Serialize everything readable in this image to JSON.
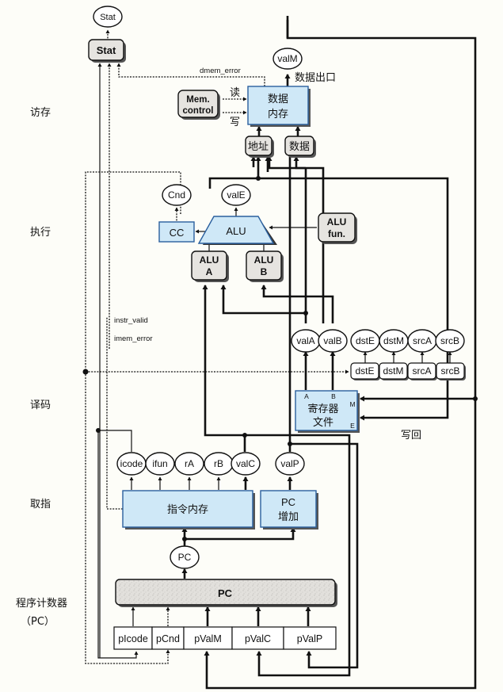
{
  "stages": {
    "memory": "访存",
    "execute": "执行",
    "decode": "译码",
    "fetch": "取指",
    "pc_line1": "程序计数器",
    "pc_line2": "（PC）"
  },
  "stat": {
    "out": "Stat",
    "box": "Stat"
  },
  "memory": {
    "valM": "valM",
    "data_out": "数据出口",
    "dmem_error": "dmem_error",
    "mem_control_1": "Mem.",
    "mem_control_2": "control",
    "read": "读",
    "write": "写",
    "data_mem_1": "数据",
    "data_mem_2": "内存",
    "addr": "地址",
    "data": "数据"
  },
  "execute": {
    "cnd": "Cnd",
    "valE": "valE",
    "cc": "CC",
    "alu": "ALU",
    "alu_fun_1": "ALU",
    "alu_fun_2": "fun.",
    "alu_a_1": "ALU",
    "alu_a_2": "A",
    "alu_b_1": "ALU",
    "alu_b_2": "B"
  },
  "signals": {
    "instr_valid": "instr_valid",
    "imem_error": "imem_error"
  },
  "decode": {
    "outputs": [
      "valA",
      "valB",
      "dstE",
      "dstM",
      "srcA",
      "srcB"
    ],
    "inputs": [
      "dstE",
      "dstM",
      "srcA",
      "srcB"
    ],
    "regfile_1": "寄存器",
    "regfile_2": "文件",
    "port_a": "A",
    "port_b": "B",
    "port_m": "M",
    "port_e": "E",
    "writeback": "写回"
  },
  "fetch": {
    "outputs": [
      "icode",
      "ifun",
      "rA",
      "rB",
      "valC"
    ],
    "valP": "valP",
    "imem": "指令内存",
    "pc_inc_1": "PC",
    "pc_inc_2": "增加",
    "pc": "PC"
  },
  "pc_stage": {
    "pc_box": "PC",
    "fields": [
      "pIcode",
      "pCnd",
      "pValM",
      "pValC",
      "pValP"
    ]
  }
}
